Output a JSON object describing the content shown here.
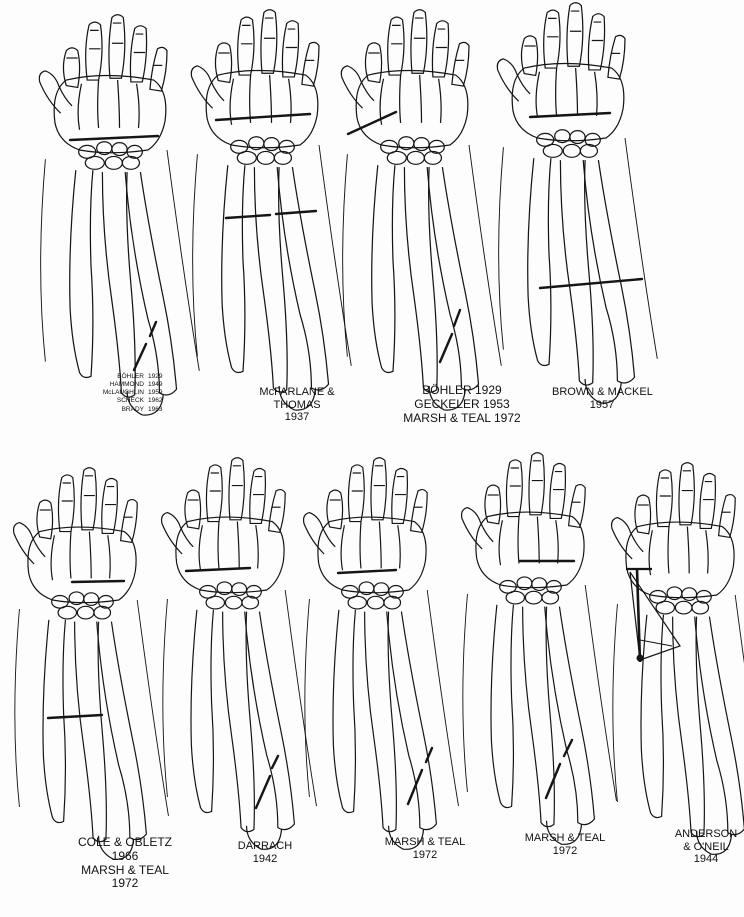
{
  "figure": {
    "panels": [
      {
        "id": "p1",
        "citations": [
          {
            "author": "BÖHLER",
            "year": "1929"
          },
          {
            "author": "HAMMOND",
            "year": "1949"
          },
          {
            "author": "McLAUGHLIN",
            "year": "1959"
          },
          {
            "author": "SCHECK",
            "year": "1962"
          },
          {
            "author": "BRADY",
            "year": "1963"
          }
        ]
      },
      {
        "id": "p2",
        "lines": [
          "McFARLANE &",
          "THOMAS",
          "1937"
        ]
      },
      {
        "id": "p3",
        "lines": [
          "BÖHLER 1929",
          "GECKELER 1953",
          "MARSH & TEAL 1972"
        ]
      },
      {
        "id": "p4",
        "lines": [
          "BROWN & MACKEL",
          "1957"
        ]
      },
      {
        "id": "p5",
        "lines": [
          "COLE & OBLETZ",
          "1966",
          "MARSH & TEAL",
          "1972"
        ]
      },
      {
        "id": "p6",
        "lines": [
          "DARRACH",
          "1942"
        ]
      },
      {
        "id": "p7",
        "lines": [
          "MARSH & TEAL",
          "1972"
        ]
      },
      {
        "id": "p8",
        "lines": [
          "MARSH & TEAL",
          "1972"
        ]
      },
      {
        "id": "p9",
        "lines": [
          "ANDERSON",
          "& O'NEIL",
          "1944"
        ]
      }
    ]
  },
  "colors": {
    "ink": "#151515",
    "paper": "#fdfdfd"
  }
}
